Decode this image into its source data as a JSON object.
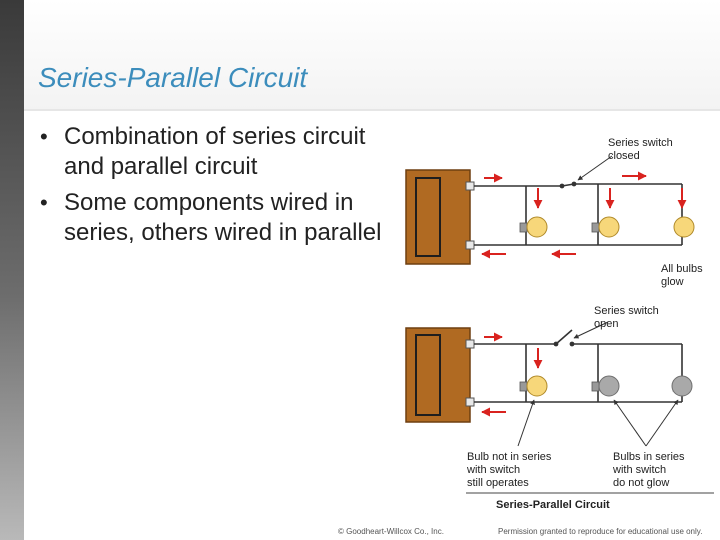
{
  "slide": {
    "title": "Series-Parallel Circuit",
    "bullets": [
      "Combination of series circuit and parallel circuit",
      "Some components wired in series, others wired in parallel"
    ],
    "bullet_symbol": "•"
  },
  "diagram": {
    "top_circuit": {
      "switch_label_line1": "Series switch",
      "switch_label_line2": "closed",
      "bulbs_label_line1": "All bulbs",
      "bulbs_label_line2": "glow"
    },
    "bottom_circuit": {
      "switch_label_line1": "Series switch",
      "switch_label_line2": "open",
      "left_label_line1": "Bulb not in series",
      "left_label_line2": "with switch",
      "left_label_line3": "still operates",
      "right_label_line1": "Bulbs in series",
      "right_label_line2": "with switch",
      "right_label_line3": "do not glow"
    },
    "caption": "Series-Parallel Circuit",
    "colors": {
      "battery": "#b06a22",
      "arrow": "#d9231f",
      "bulb_on": "#f7d77a",
      "bulb_off": "#a9a9a9",
      "wire": "#333333"
    }
  },
  "footer": {
    "copyright": "© Goodheart-Willcox Co., Inc.",
    "permission": "Permission granted to reproduce for educational use only."
  }
}
